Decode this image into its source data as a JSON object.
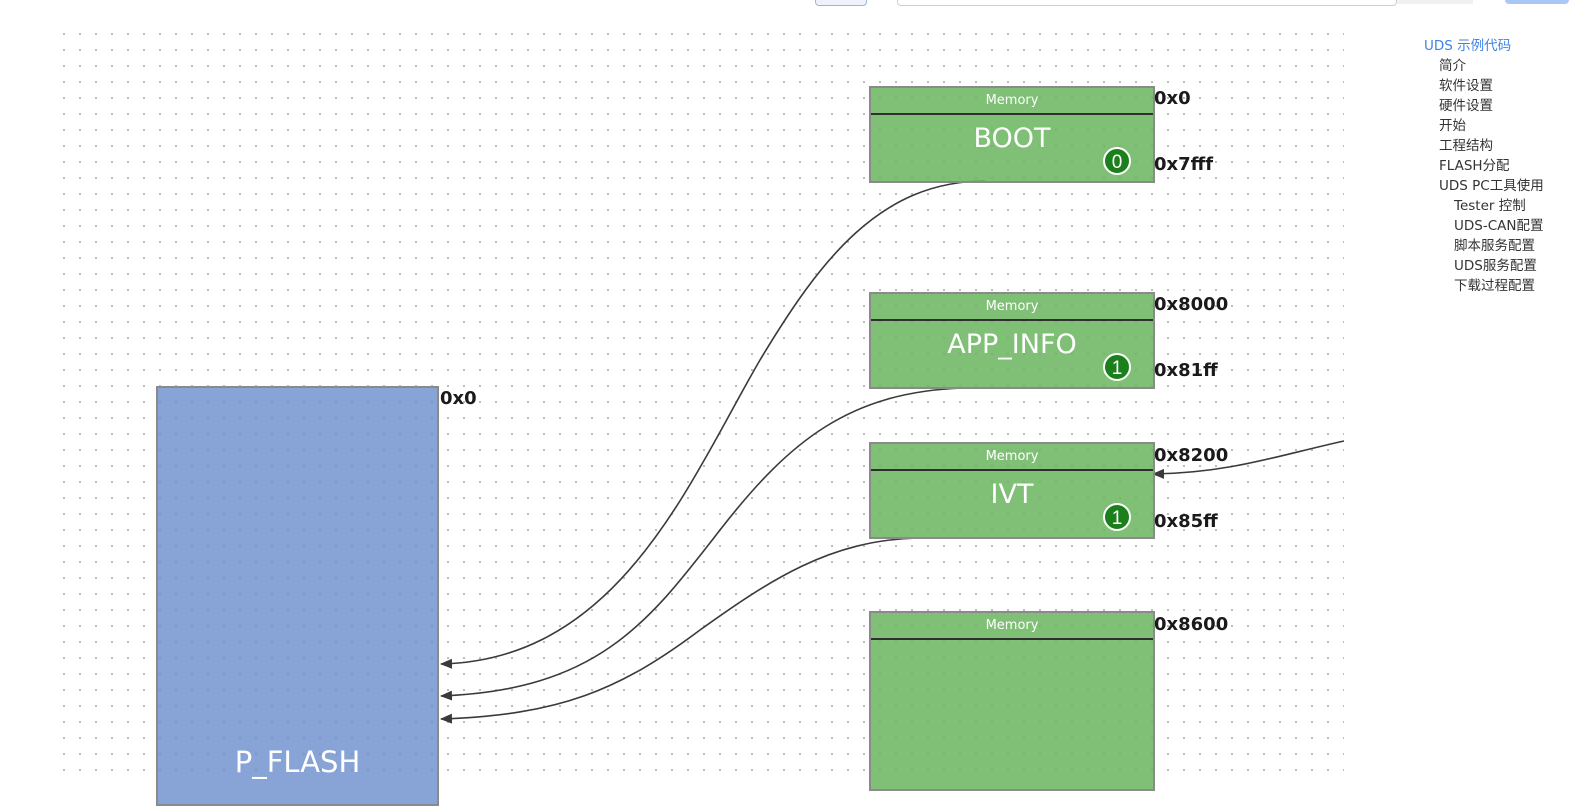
{
  "diagram": {
    "pflash": {
      "label": "P_FLASH",
      "start": "0x0"
    },
    "memories": [
      {
        "type_label": "Memory",
        "name": "BOOT",
        "badge": "0",
        "start": "0x0",
        "end": "0x7fff"
      },
      {
        "type_label": "Memory",
        "name": "APP_INFO",
        "badge": "1",
        "start": "0x8000",
        "end": "0x81ff"
      },
      {
        "type_label": "Memory",
        "name": "IVT",
        "badge": "1",
        "start": "0x8200",
        "end": "0x85ff"
      },
      {
        "type_label": "Memory",
        "name": "",
        "badge": "",
        "start": "0x8600",
        "end": ""
      }
    ],
    "colors": {
      "memory_fill": "#68b45e",
      "flash_fill": "#668bcc",
      "badge": "#1b7f1b"
    }
  },
  "toc": {
    "title": "UDS 示例代码",
    "items": [
      "简介",
      "软件设置",
      "硬件设置",
      "开始",
      "工程结构",
      "FLASH分配",
      "UDS PC工具使用"
    ],
    "sub_items": [
      "Tester 控制",
      "UDS-CAN配置",
      "脚本服务配置",
      "UDS服务配置",
      "下载过程配置"
    ]
  }
}
